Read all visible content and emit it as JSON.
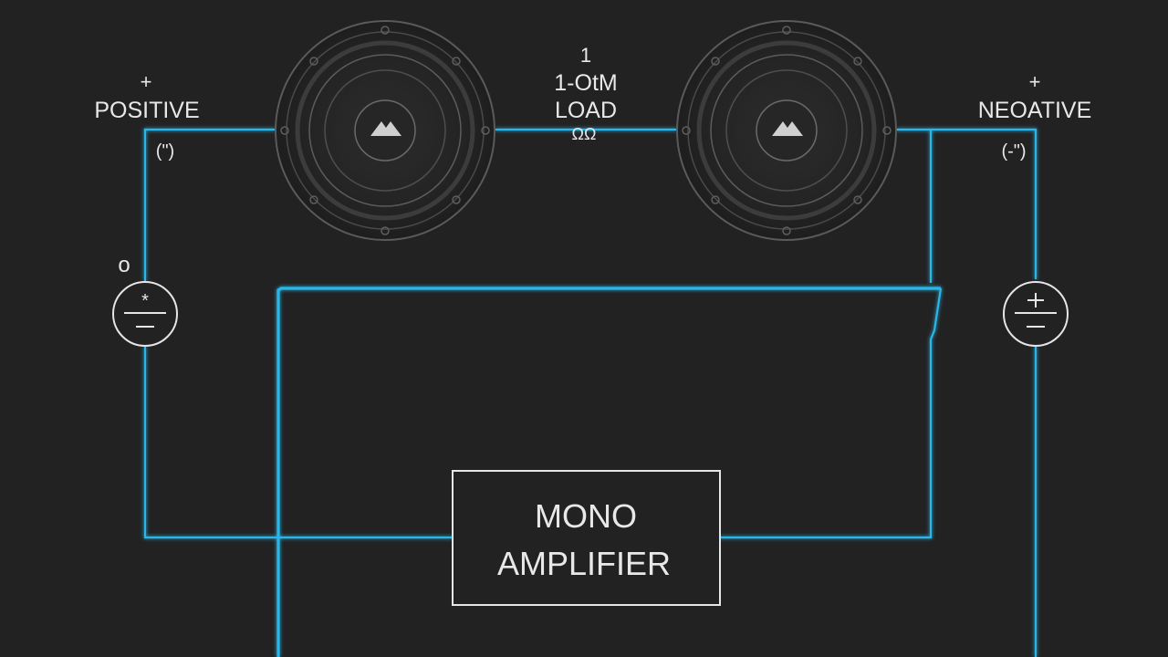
{
  "labels": {
    "positive_sign": "+",
    "positive": "POSITIVE",
    "positive_polarity": "(\")",
    "negative_sign": "+",
    "negative": "NEOATIVE",
    "negative_polarity": "(-\")",
    "load_top": "1",
    "load_ohm": "1-OtM",
    "load_load": "LOAD",
    "load_sub": "ΩΩ",
    "left_node": "o"
  },
  "amplifier": {
    "line1": "MONO",
    "line2": "AMPLIFIER"
  },
  "colors": {
    "background": "#222222",
    "wire": "#2bb6e6",
    "wire_glow": "#1d7fa6",
    "outline": "#e6e6e6",
    "speaker_ring": "#555555"
  }
}
